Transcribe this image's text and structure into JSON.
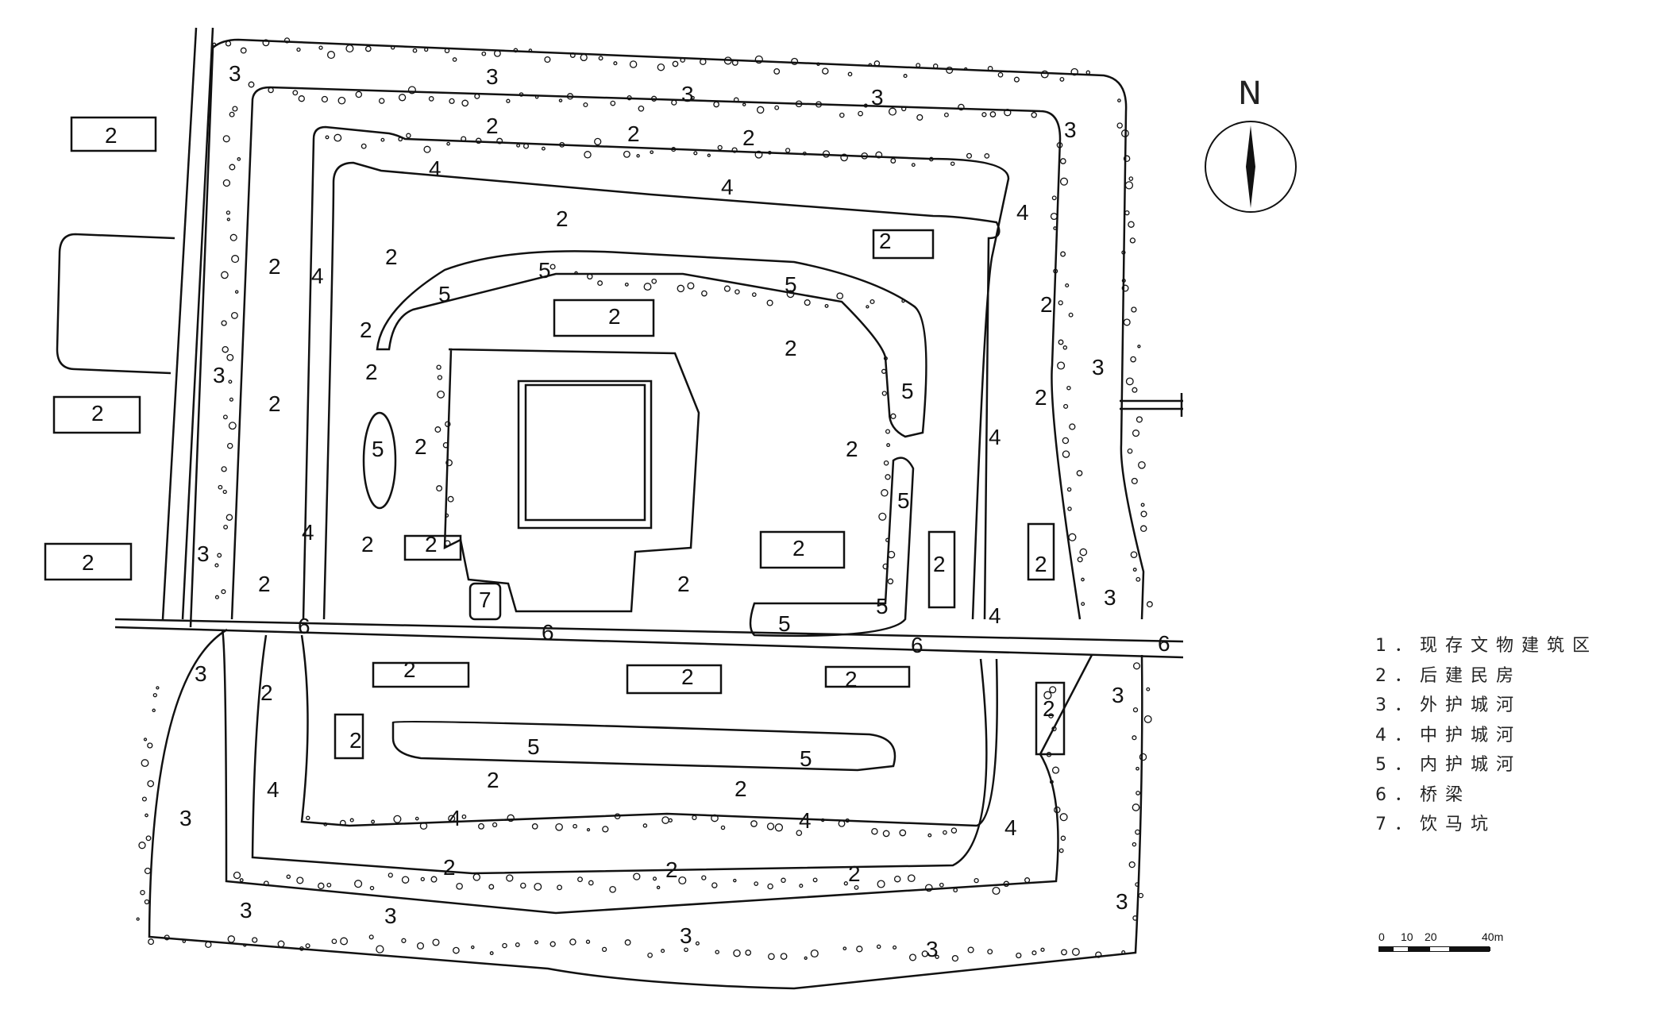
{
  "north": {
    "label": "N"
  },
  "legend": [
    "1．现存文物建筑区",
    "2．后建民房",
    "3．外护城河",
    "4．中护城河",
    "5．内护城河",
    "6．桥梁",
    "7．饮马坑"
  ],
  "scale": {
    "ticks": [
      "0",
      "10",
      "20",
      "40m"
    ]
  },
  "labels": {
    "outer_moat": "3",
    "middle_moat": "4",
    "inner_moat": "5",
    "bridge": "6",
    "horse_pit": "7",
    "house": "2"
  },
  "colors": {
    "ink": "#111111",
    "paper": "#ffffff"
  }
}
